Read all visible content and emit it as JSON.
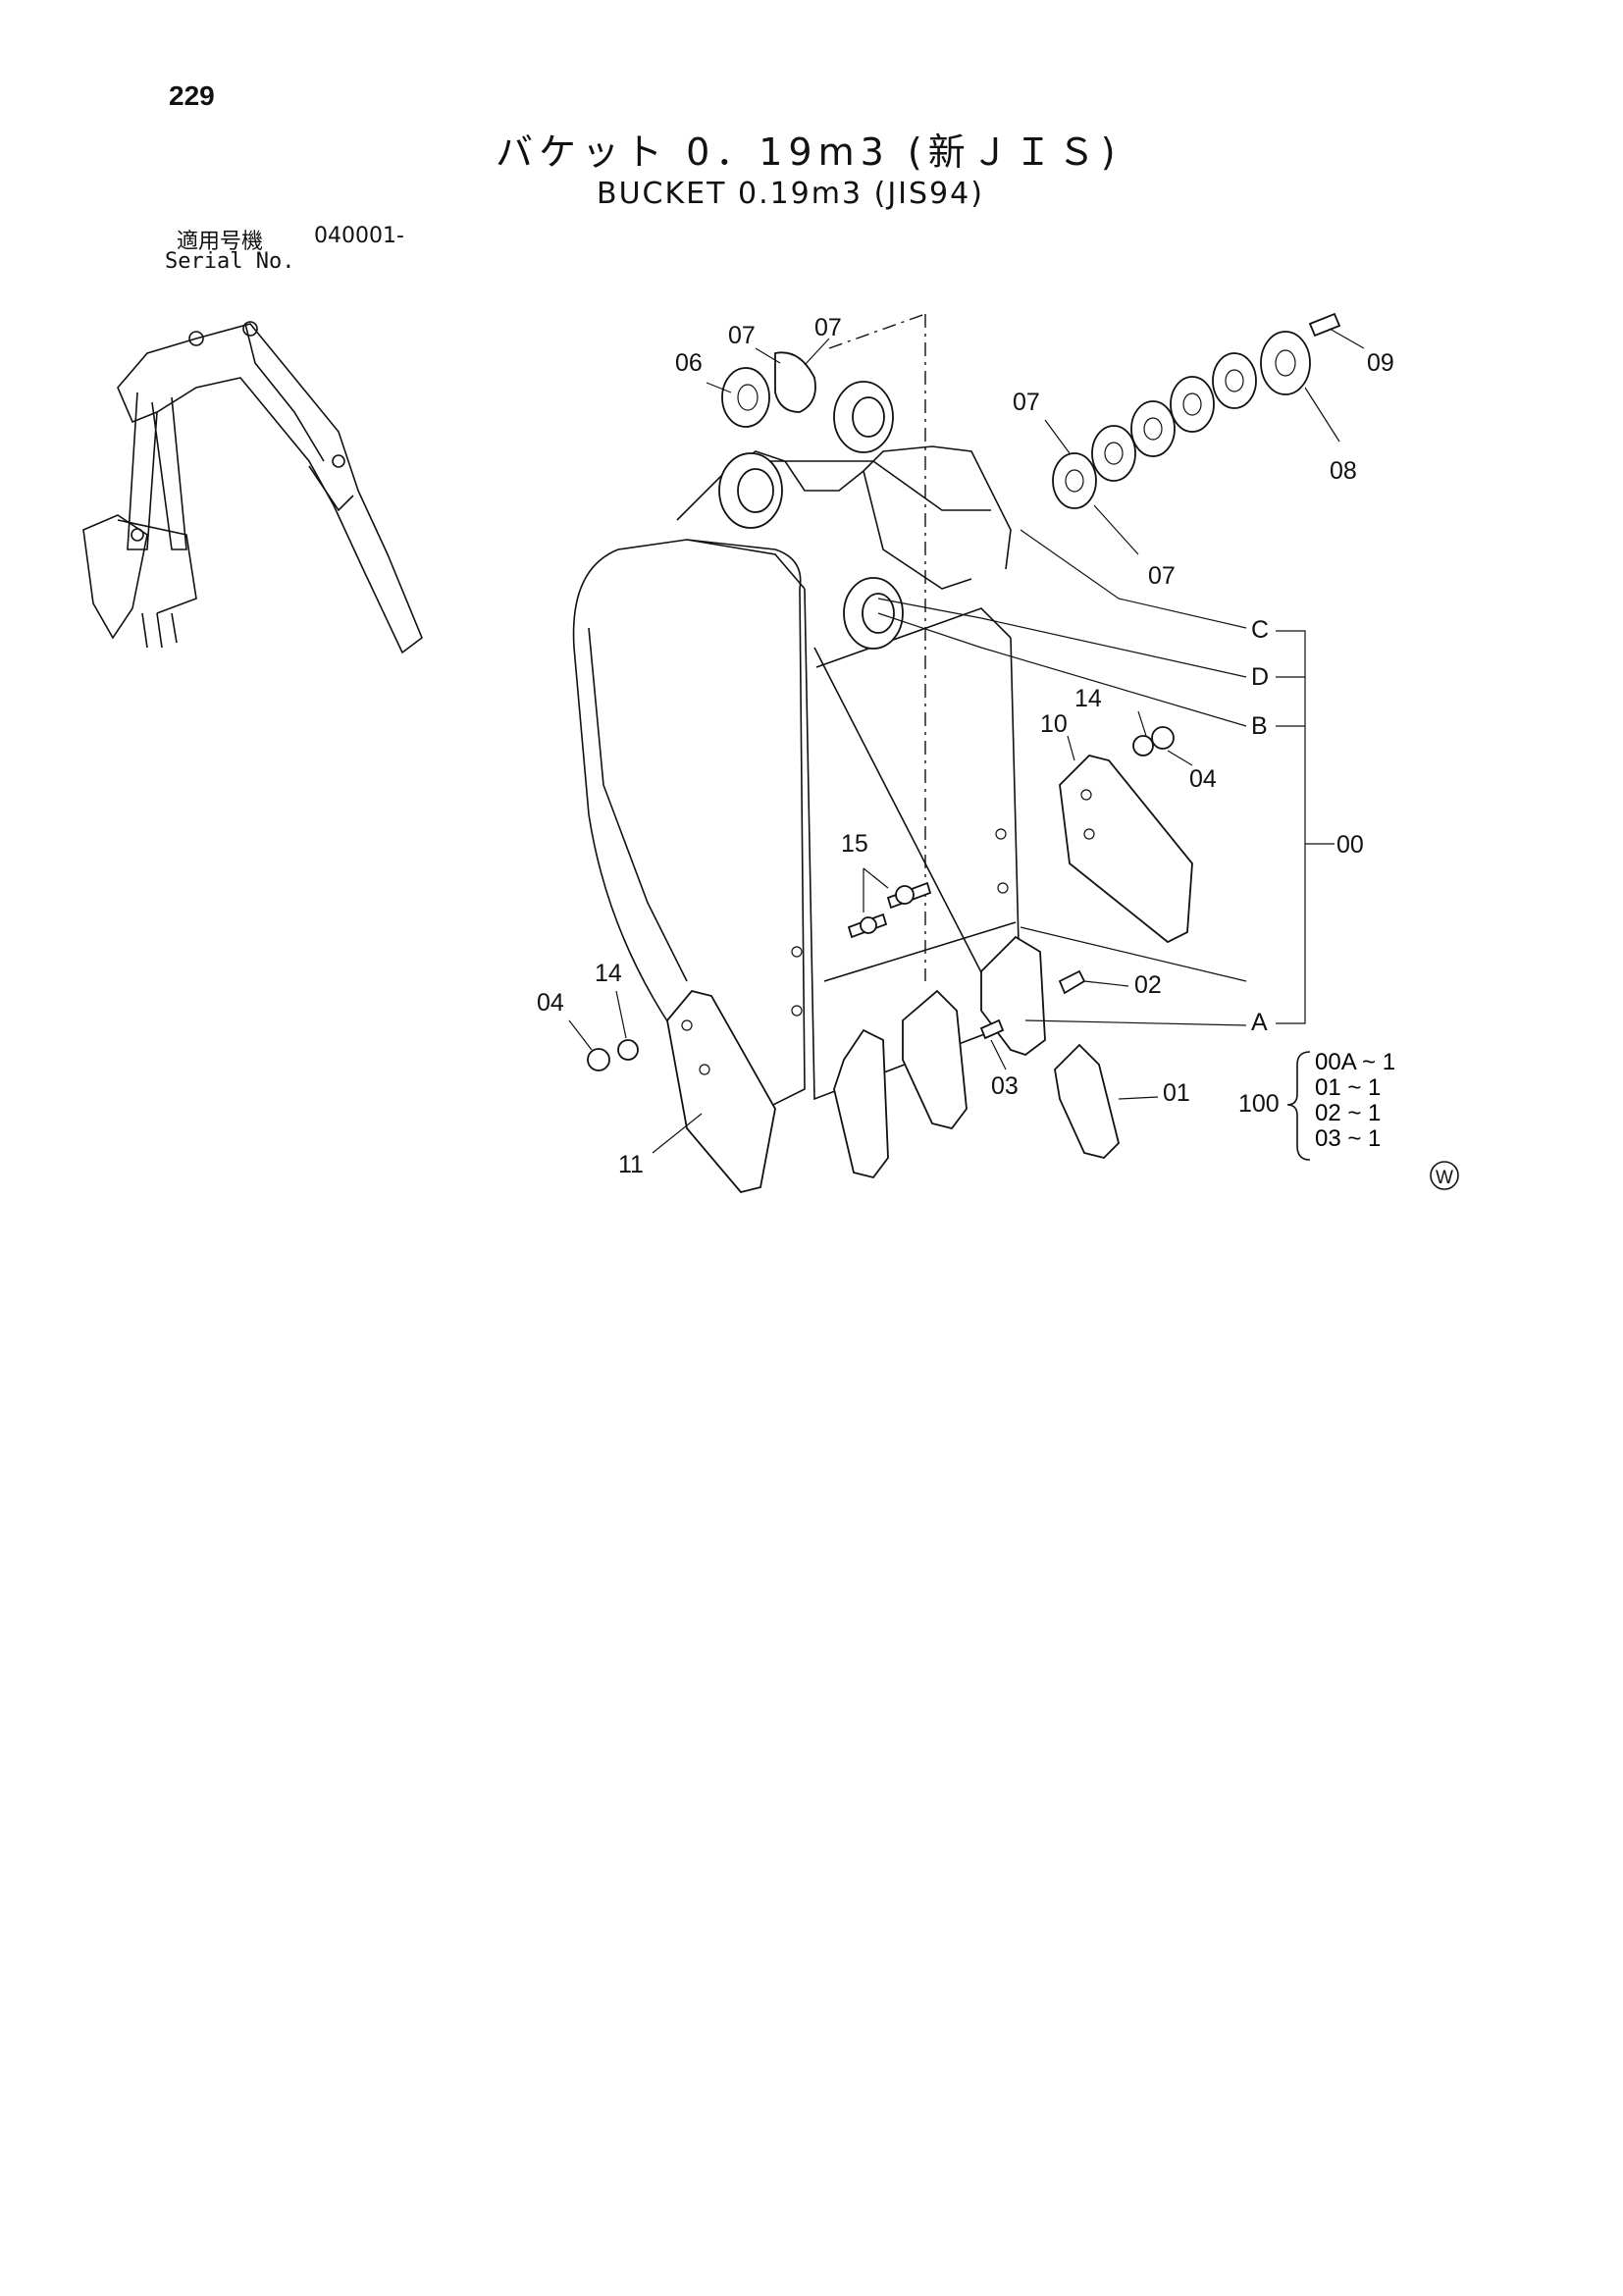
{
  "page_number": "229",
  "title_jp": "バケット 0．19m3 (新ＪＩＳ)",
  "title_en": "BUCKET 0.19m3 (JIS94)",
  "serial_label_jp": "適用号機",
  "serial_label_en": "Serial No.",
  "serial_value": "040001-",
  "callouts": {
    "c06": "06",
    "c07a": "07",
    "c07b": "07",
    "c07c": "07",
    "c07d": "07",
    "c08": "08",
    "c09": "09",
    "c10": "10",
    "c14a": "14",
    "c14b": "14",
    "c04a": "04",
    "c04b": "04",
    "c15": "15",
    "c02": "02",
    "c03": "03",
    "c01": "01",
    "c11": "11",
    "c00": "00",
    "refA": "A",
    "refB": "B",
    "refC": "C",
    "refD": "D"
  },
  "kit": {
    "number": "100",
    "items": [
      "00A ~ 1",
      "01  ~ 1",
      "02  ~ 1",
      "03  ~ 1"
    ]
  },
  "mark": "W"
}
